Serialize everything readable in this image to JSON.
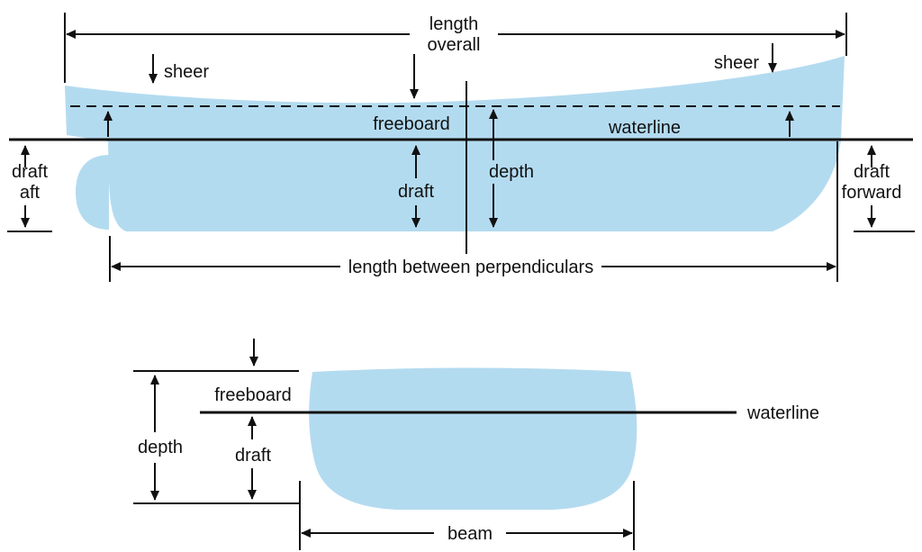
{
  "diagram": {
    "colors": {
      "hull_fill": "#b3dbf0",
      "line": "#111111"
    },
    "side_view": {
      "length_overall": {
        "line1": "length",
        "line2": "overall"
      },
      "sheer_left": "sheer",
      "sheer_right": "sheer",
      "freeboard": "freeboard",
      "waterline": "waterline",
      "draft": "draft",
      "depth": "depth",
      "draft_aft": {
        "line1": "draft",
        "line2": "aft"
      },
      "draft_forward": {
        "line1": "draft",
        "line2": "forward"
      },
      "length_between_perpendiculars": "length between perpendiculars"
    },
    "section_view": {
      "freeboard": "freeboard",
      "waterline": "waterline",
      "depth": "depth",
      "draft": "draft",
      "beam": "beam"
    }
  }
}
